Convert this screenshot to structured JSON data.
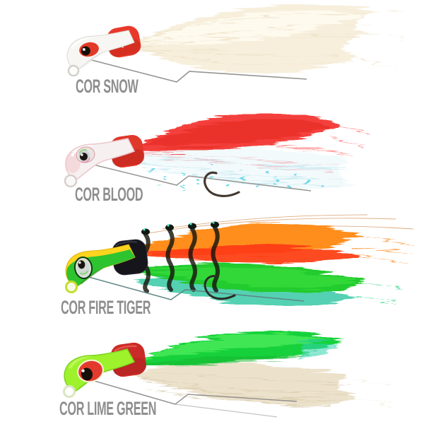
{
  "page": {
    "background": "#ffffff",
    "label_color": "#8e8e8e"
  },
  "lures": [
    {
      "id": "snow",
      "label": "COR SNOW",
      "colors": {
        "head": "#f7f6f3",
        "head_outline": "#dcdbd6",
        "eye": "#e23a28",
        "pupil": "#141008",
        "collar": "#e8392b",
        "tail_main": "#f7efdc",
        "tail_light": "#fffdf2",
        "wire": "#8a8a86"
      }
    },
    {
      "id": "blood",
      "label": "COR BLOOD",
      "colors": {
        "head": "#f6f1f0",
        "head_outline": "#ecc6ca",
        "blush": "#f3c3ca",
        "eye": "#cdd3d6",
        "pupil": "#1c1713",
        "collar": "#e0372b",
        "tail_top": "#f4413c",
        "tail_top_core": "#e82e28",
        "tail_bottom": "#f2fafc",
        "flash": "#3ecbdd",
        "hook": "#433830",
        "wire": "#8a8a86"
      }
    },
    {
      "id": "fire-tiger",
      "label": "COR FIRE TIGER",
      "colors": {
        "head": "#2ec42f",
        "head_top": "#ffd41e",
        "head_outline": "#159a1e",
        "eye": "#d9ded6",
        "pupil": "#18140c",
        "collar": "#15151b",
        "tail_top": "#ff8e1c",
        "tail_core": "#fe3b12",
        "tail_green": "#21cb2d",
        "tail_teal": "#35c9a4",
        "bars": "#15150d",
        "hook": "#2c2c24",
        "wire": "#5d8582"
      }
    },
    {
      "id": "lime-green",
      "label": "COR LIME GREEN",
      "colors": {
        "head": "#9ef22c",
        "head_outline": "#7cd31f",
        "eye": "#e23b2e",
        "pupil": "#16100a",
        "collar": "#cb2b28",
        "tail_top": "#17d13a",
        "tail_bottom": "#ece2cc",
        "wire": "#8a8a86"
      }
    }
  ]
}
